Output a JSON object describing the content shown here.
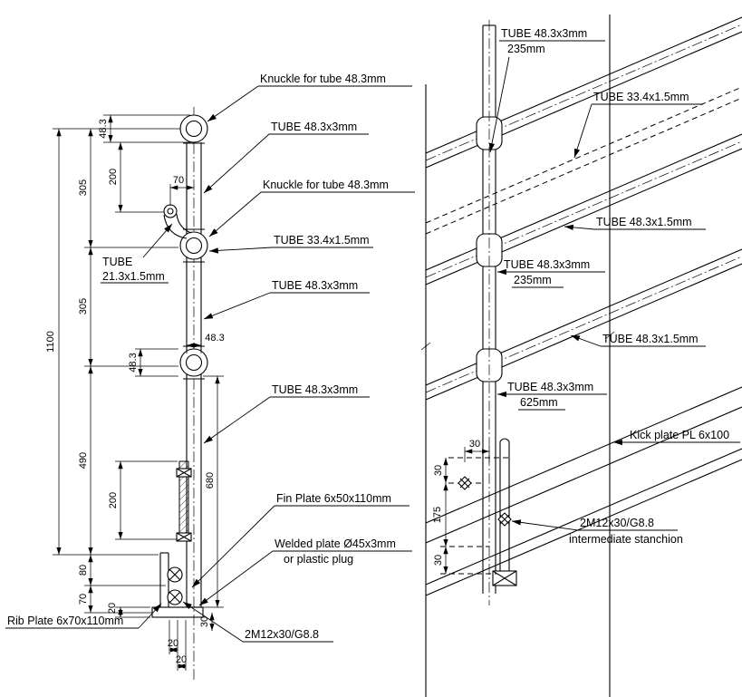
{
  "left_view": {
    "labels": {
      "knuckle_top": "Knuckle for tube 48.3mm",
      "tube_48_upper": "TUBE 48.3x3mm",
      "knuckle_mid": "Knuckle for tube 48.3mm",
      "tube_334": "TUBE 33.4x1.5mm",
      "tube_213_l1": "TUBE",
      "tube_213_l2": "21.3x1.5mm",
      "tube_48_mid": "TUBE 48.3x3mm",
      "tube_48_lower": "TUBE 48.3x3mm",
      "fin_plate": "Fin Plate 6x50x110mm",
      "welded_l1": "Welded plate Ø45x3mm",
      "welded_l2": "or plastic plug",
      "rib_plate": "Rib Plate 6x70x110mm",
      "bolts": "2M12x30/G8.8"
    },
    "dims": {
      "d48_knuckle": "48.3",
      "d200_top": "200",
      "d70": "70",
      "d305_a": "305",
      "d305_b": "305",
      "d1100": "1100",
      "d48_h": "48.3",
      "d48_v": "48.3",
      "d490": "490",
      "d200_bot": "200",
      "d680": "680",
      "d80": "80",
      "d70_b": "70",
      "d20_a": "20",
      "d20_b": "20",
      "d20_c": "20",
      "d30": "30"
    }
  },
  "right_view": {
    "labels": {
      "seg_top_l1": "TUBE 48.3x3mm",
      "seg_top_l2": "235mm",
      "tube_334": "TUBE 33.4x1.5mm",
      "tube_4815_a": "TUBE 48.3x1.5mm",
      "seg_mid_l1": "TUBE 48.3x3mm",
      "seg_mid_l2": "235mm",
      "tube_4815_b": "TUBE 48.3x1.5mm",
      "seg_low_l1": "TUBE 48.3x3mm",
      "seg_low_l2": "625mm",
      "kick_plate": "Kick plate PL 6x100",
      "bolts_l1": "2M12x30/G8.8",
      "bolts_l2": "intermediate stanchion"
    },
    "dims": {
      "d30_h": "30",
      "d30_a": "30",
      "d175": "175",
      "d30_b": "30"
    }
  }
}
